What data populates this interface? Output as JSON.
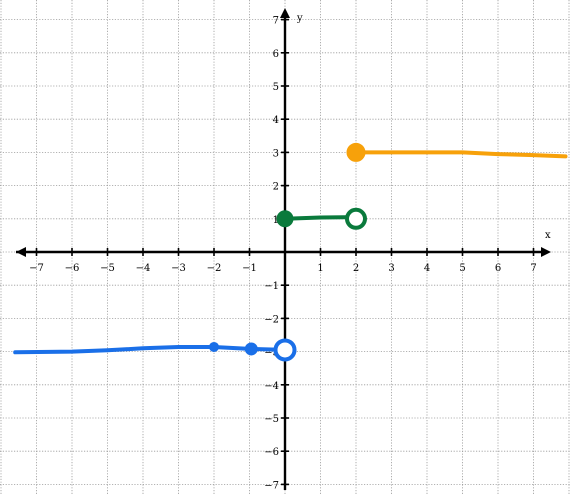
{
  "chart_data": {
    "type": "line",
    "xlabel": "x",
    "ylabel": "y",
    "xlim": [
      -7.6,
      7.9
    ],
    "ylim": [
      -7.4,
      7.6
    ],
    "grid": true,
    "x_ticks": [
      -7,
      -6,
      -5,
      -4,
      -3,
      -2,
      -1,
      1,
      2,
      3,
      4,
      5,
      6,
      7
    ],
    "y_ticks": [
      -7,
      -6,
      -5,
      -4,
      -3,
      -2,
      -1,
      1,
      2,
      3,
      4,
      5,
      6,
      7
    ],
    "x_tick_labels": [
      "−7",
      "−6",
      "−5",
      "−4",
      "−3",
      "−2",
      "−1",
      "1",
      "2",
      "3",
      "4",
      "5",
      "6",
      "7"
    ],
    "y_tick_labels": [
      "−7",
      "−6",
      "−5",
      "−4",
      "−3",
      "−2",
      "−1",
      "1",
      "2",
      "3",
      "4",
      "5",
      "6",
      "7"
    ],
    "series": [
      {
        "color": "#f7a10a",
        "points": [
          [
            2,
            3
          ],
          [
            3,
            3.0
          ],
          [
            4,
            3.0
          ],
          [
            5,
            3.0
          ],
          [
            6,
            2.95
          ],
          [
            7,
            2.92
          ],
          [
            7.9,
            2.88
          ]
        ],
        "markers": [
          {
            "x": 2,
            "y": 3,
            "filled": true,
            "r": 9
          }
        ]
      },
      {
        "color": "#0a7a3c",
        "points": [
          [
            0,
            1
          ],
          [
            1,
            1.04
          ],
          [
            2,
            1.05
          ]
        ],
        "markers": [
          {
            "x": 0,
            "y": 1,
            "filled": true,
            "r": 8
          },
          {
            "x": 2,
            "y": 1,
            "filled": false,
            "r": 9
          }
        ]
      },
      {
        "color": "#1a6fe8",
        "points": [
          [
            -7.6,
            -3.02
          ],
          [
            -6,
            -3.0
          ],
          [
            -5,
            -2.96
          ],
          [
            -4,
            -2.9
          ],
          [
            -3,
            -2.86
          ],
          [
            -2,
            -2.86
          ],
          [
            -1,
            -2.92
          ],
          [
            0,
            -2.95
          ]
        ],
        "markers": [
          {
            "x": -2,
            "y": -2.86,
            "filled": true,
            "r": 4.5
          },
          {
            "x": -0.95,
            "y": -2.92,
            "filled": true,
            "r": 6
          },
          {
            "x": 0,
            "y": -2.95,
            "filled": false,
            "r": 9.5
          }
        ]
      }
    ]
  }
}
